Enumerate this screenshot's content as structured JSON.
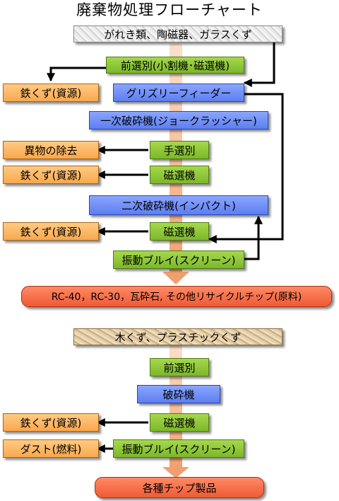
{
  "title": "廃棄物処理フローチャート",
  "colors": {
    "process_green": "#7cb82a",
    "equipment_blue": "#5d7ef0",
    "output_orange": "#f9a84d",
    "product_red": "#ef5a35",
    "flow_arrow": "#f0a070",
    "line": "#000000"
  },
  "flow1": {
    "input": "がれき類、陶磁器、ガラスくず",
    "sort": "前選別(小割機･磁選機)",
    "feeder": "グリズリーフィーダー",
    "crusher1": "一次破砕機(ジョークラッシャー)",
    "hand_sort": "手選別",
    "magnet1": "磁選機",
    "crusher2": "二次破砕機(インパクト)",
    "magnet2": "磁選機",
    "screen": "振動ブルイ(スクリーン)",
    "iron1": "鉄くず(資源)",
    "foreign": "異物の除去",
    "iron2": "鉄くず(資源)",
    "iron3": "鉄くず(資源)",
    "product": "RC-40，RC-30，瓦砕石, その他リサイクルチップ(原料)"
  },
  "flow2": {
    "input": "木くず、プラスチックくず",
    "sort": "前選別",
    "crusher": "破砕機",
    "magnet": "磁選機",
    "screen": "振動ブルイ(スクリーン)",
    "iron": "鉄くず(資源)",
    "dust": "ダスト(燃料)",
    "product": "各種チップ製品"
  }
}
